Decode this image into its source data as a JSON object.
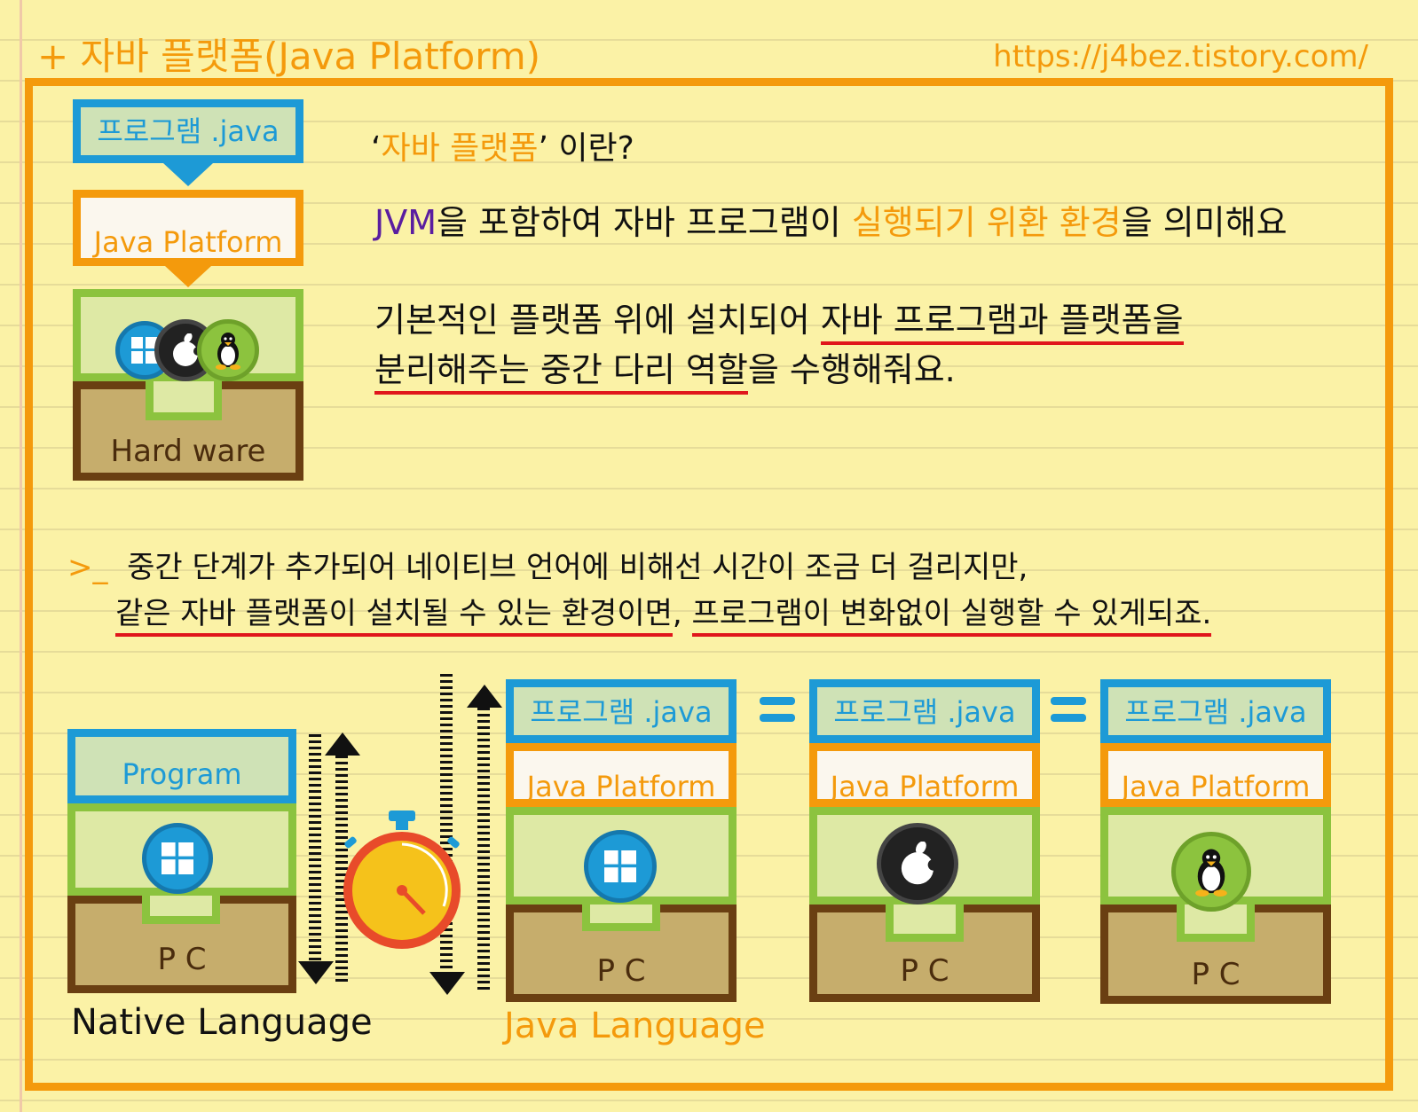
{
  "header": {
    "title": "+ 자바 플랫폼(Java Platform)",
    "url": "https://j4bez.tistory.com/"
  },
  "top_stack": {
    "program": "프로그램 .java",
    "platform": "Java Platform",
    "hardware": "Hard ware"
  },
  "question": {
    "highlight": "자바 플랫폼",
    "open_quote": "‘",
    "close_quote": "’ 이란?"
  },
  "line1": {
    "jvm": "JVM",
    "p1": "을 포함하여 자바 프로그램이 ",
    "highlight": "실행되기 위환 환경",
    "p2": "을 의미해요"
  },
  "line2": {
    "a": "기본적인 플랫폼 위에 설치되어 ",
    "b": "자바 프로그램과 플랫폼을"
  },
  "line3": {
    "a": "분리해주는 중간 다리 역할",
    "b": "을 수행해줘요."
  },
  "note": {
    "prompt": ">_",
    "line1": "중간 단계가 추가되어  네이티브 언어에 비해선 시간이 조금 더 걸리지만,",
    "line2a": "같은 자바 플랫폼이 설치될 수 있는 환경이면",
    "comma": ",",
    "line2b": "프로그램이 변화없이 실행할 수 있게되죠."
  },
  "native": {
    "program": "Program",
    "pc": "P C",
    "label": "Native Language"
  },
  "java_stacks": [
    {
      "program": "프로그램 .java",
      "platform": "Java Platform",
      "os": "windows-icon",
      "pc": "P C"
    },
    {
      "program": "프로그램 .java",
      "platform": "Java Platform",
      "os": "apple-icon",
      "pc": "P C"
    },
    {
      "program": "프로그램 .java",
      "platform": "Java Platform",
      "os": "linux-icon",
      "pc": "P C"
    }
  ],
  "java_label": "Java Language",
  "colors": {
    "orange": "#f49a0c",
    "blue": "#1d9ad6",
    "green": "#8cc33e",
    "brown": "#6a3f12",
    "red": "#e0161c",
    "purple": "#5a1ea0"
  }
}
